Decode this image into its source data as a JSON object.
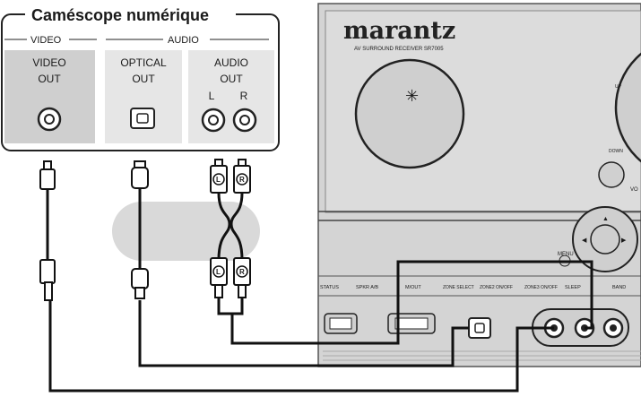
{
  "camcorder": {
    "title": "Caméscope numérique",
    "group_video": "VIDEO",
    "group_audio": "AUDIO",
    "video_out_line1": "VIDEO",
    "video_out_line2": "OUT",
    "optical_out_line1": "OPTICAL",
    "optical_out_line2": "OUT",
    "audio_out_line1": "AUDIO",
    "audio_out_line2": "OUT",
    "audio_left": "L",
    "audio_right": "R"
  },
  "cable": {
    "left_marker": "L",
    "right_marker": "R"
  },
  "receiver": {
    "brand": "marantz",
    "model": "AV SURROUND RECEIVER SR7005",
    "knob_up": "UP",
    "knob_down": "DOWN",
    "vol_fragment": "VO",
    "menu_label": "MENU",
    "buttons": [
      "STATUS",
      "SPKR A/B",
      "M/OUT",
      "ZONE SELECT",
      "ZONE2 ON/OFF",
      "ZONE3 ON/OFF",
      "SLEEP",
      "BAND"
    ]
  },
  "colors": {
    "receiver_body": "#d4d4d4",
    "camcorder_panel": "#cfcfcf",
    "cable": "#111111",
    "gray_blob": "#d9d9d9"
  }
}
